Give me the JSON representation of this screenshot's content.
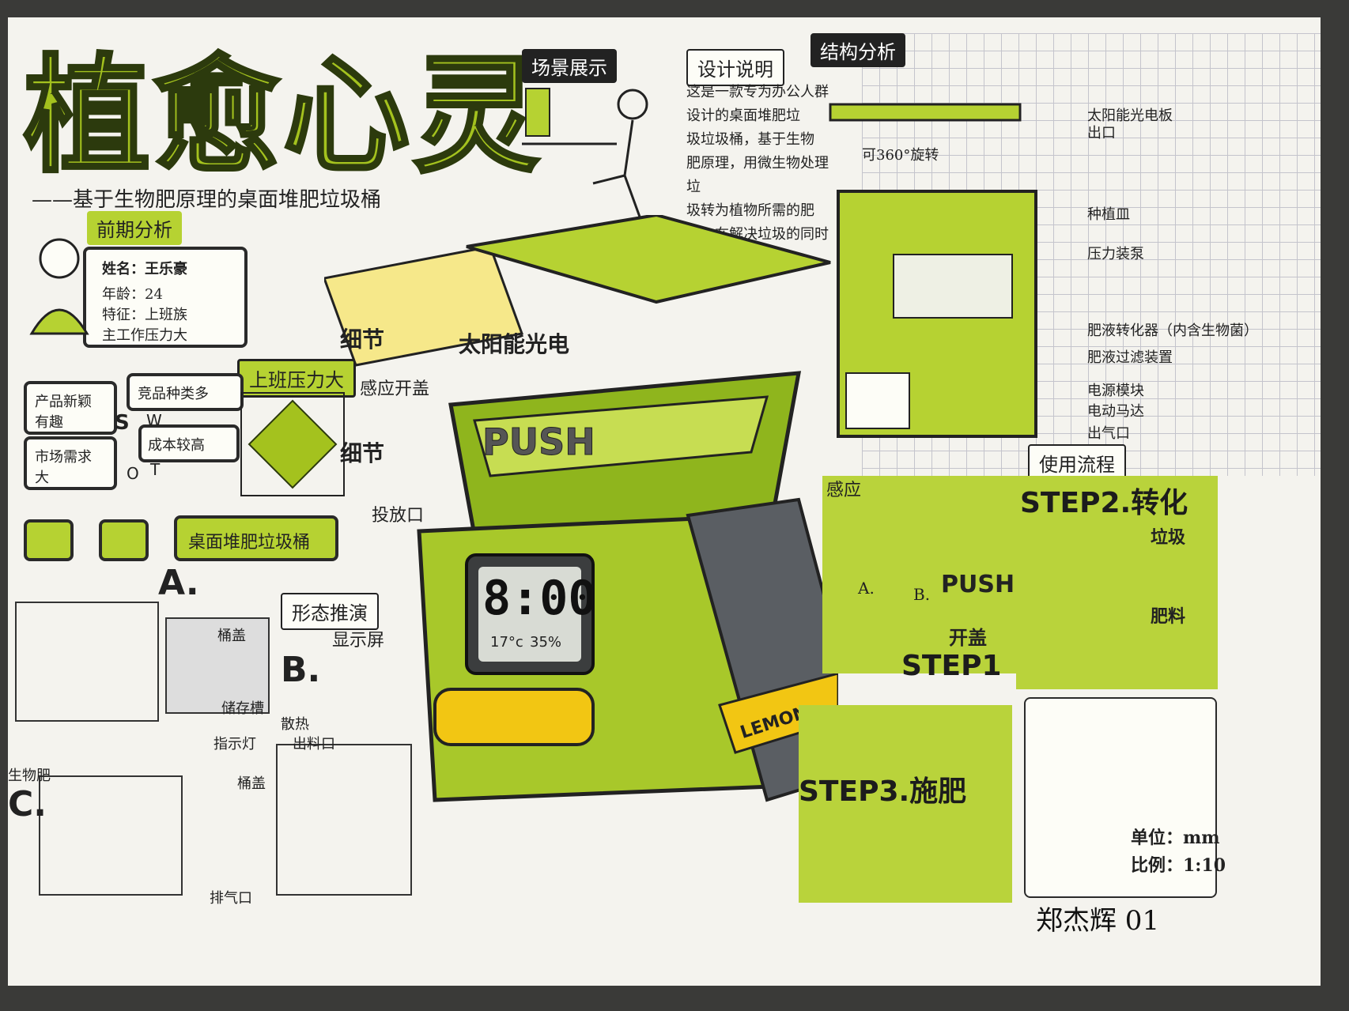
{
  "title": "植愈心灵",
  "subtitle": "——基于生物肥原理的桌面堆肥垃圾桶",
  "sections": {
    "pre_analysis": "前期分析",
    "scene": "场景展示",
    "design_desc": "设计说明",
    "structure": "结构分析",
    "usage_flow": "使用流程",
    "form_evolution": "形态推演"
  },
  "persona": {
    "name": "姓名：王乐豪",
    "age": "年龄：24",
    "trait": "特征：上班族",
    "stress": "主工作压力大",
    "stress_tag": "上班压力大"
  },
  "swot": {
    "s": "S",
    "w": "W",
    "o": "O",
    "t": "T",
    "strength": "产品新颖",
    "strength2": "有趣",
    "market": "市场需求",
    "market2": "大",
    "weakness": "竞品种类多",
    "threat": "成本较高"
  },
  "equation": {
    "result": "桌面堆肥垃圾桶"
  },
  "design_text": "这是一款专为办公人群\n设计的桌面堆肥垃\n圾垃圾桶，基于生物\n肥原理，用微生物处理垃\n圾转为植物所需的肥\n料，在解决垃圾的同时\n增强种植乐趣。",
  "callouts": {
    "solar": "太阳能光电",
    "detail": "细节",
    "detail2": "细节",
    "sensor": "感应开盖",
    "inlet": "投放口",
    "display": "显示屏",
    "rotate": "可360°旋转"
  },
  "device": {
    "push_label": "PUSH",
    "time": "8:00",
    "temp": "17°c",
    "humidity": "35%",
    "brand": "LEMON"
  },
  "structure_labels": [
    "太阳能光电板",
    "出口",
    "种植皿",
    "压力装泵",
    "肥液转化器（内含生物菌）",
    "肥液过滤装置",
    "电源模块",
    "电动马达",
    "出气口"
  ],
  "steps": {
    "step1": "STEP1",
    "step1_action": "开盖",
    "step2": "STEP2.转化",
    "step3": "STEP3.施肥",
    "trash": "垃圾",
    "fertilizer": "肥料",
    "a": "A.",
    "b": "B.",
    "sense": "感应",
    "push2": "PUSH"
  },
  "sketch_labels": {
    "a": "A.",
    "b": "B.",
    "c": "C.",
    "lid": "桶盖",
    "slot": "储存槽",
    "indicator": "指示灯",
    "fan": "散热",
    "output": "出料口",
    "discharge": "排气口",
    "lid2": "桶盖",
    "bio": "生物肥"
  },
  "drawing": {
    "unit": "单位：mm",
    "scale": "比例：1:10"
  },
  "signature": "郑杰辉 01",
  "colors": {
    "accent": "#b6d232",
    "ink": "#2a2a2a",
    "paper": "#f4f3ee"
  }
}
